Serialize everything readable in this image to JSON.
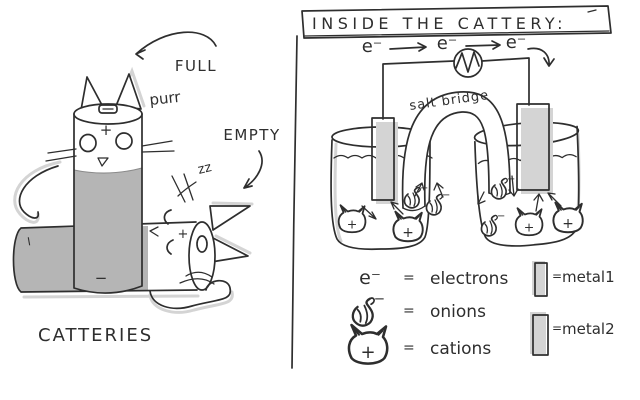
{
  "colors": {
    "ink": "#2e2e2e",
    "battery_gray": "#b5b5b5",
    "metal1_gray": "#b0b0b0",
    "metal2_gray": "#9a9a9a",
    "sketch_ghost": "#d4d4d4"
  },
  "symbols": {
    "plus": "+",
    "minus": "−",
    "electron": "e⁻"
  },
  "left_panel": {
    "full_label": "FULL",
    "purr_label": "purr",
    "empty_label": "EMPTY",
    "snore_label": "zz",
    "caption": "CATTERIES"
  },
  "right_panel": {
    "title": "INSIDE THE CATTERY:",
    "electron_flow": [
      "e⁻",
      "e⁻",
      "e⁻"
    ],
    "salt_bridge_label": "salt bridge",
    "legend": {
      "electrons": {
        "symbol": "e⁻",
        "eq": "=",
        "label": "electrons",
        "icon": "electron-symbol"
      },
      "onions": {
        "eq": "=",
        "label": "onions",
        "icon": "onion-icon"
      },
      "cations": {
        "eq": "=",
        "label": "cations",
        "icon": "cat-face-icon"
      },
      "metal1": {
        "eq": "=",
        "label": "metal1",
        "icon": "metal1-swatch"
      },
      "metal2": {
        "eq": "=",
        "label": "metal2",
        "icon": "metal2-swatch"
      }
    }
  }
}
